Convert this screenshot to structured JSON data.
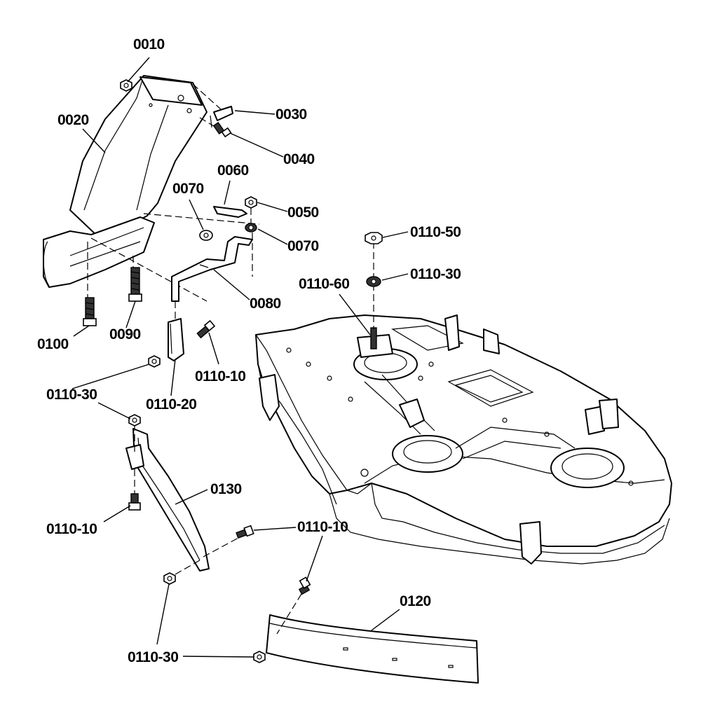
{
  "callouts": [
    {
      "id": "c0010",
      "text": "0010"
    },
    {
      "id": "c0020",
      "text": "0020"
    },
    {
      "id": "c0030",
      "text": "0030"
    },
    {
      "id": "c0040",
      "text": "0040"
    },
    {
      "id": "c0060",
      "text": "0060"
    },
    {
      "id": "c0050",
      "text": "0050"
    },
    {
      "id": "c0070a",
      "text": "0070"
    },
    {
      "id": "c0070b",
      "text": "0070"
    },
    {
      "id": "c0080",
      "text": "0080"
    },
    {
      "id": "c0090",
      "text": "0090"
    },
    {
      "id": "c0100",
      "text": "0100"
    },
    {
      "id": "c0110_50",
      "text": "0110-50"
    },
    {
      "id": "c0110_30a",
      "text": "0110-30"
    },
    {
      "id": "c0110_60",
      "text": "0110-60"
    },
    {
      "id": "c0110_10a",
      "text": "0110-10"
    },
    {
      "id": "c0110_20",
      "text": "0110-20"
    },
    {
      "id": "c0110_30b",
      "text": "0110-30"
    },
    {
      "id": "c0130",
      "text": "0130"
    },
    {
      "id": "c0110_10b",
      "text": "0110-10"
    },
    {
      "id": "c0110_10c",
      "text": "0110-10"
    },
    {
      "id": "c0120",
      "text": "0120"
    },
    {
      "id": "c0110_30c",
      "text": "0110-30"
    }
  ]
}
